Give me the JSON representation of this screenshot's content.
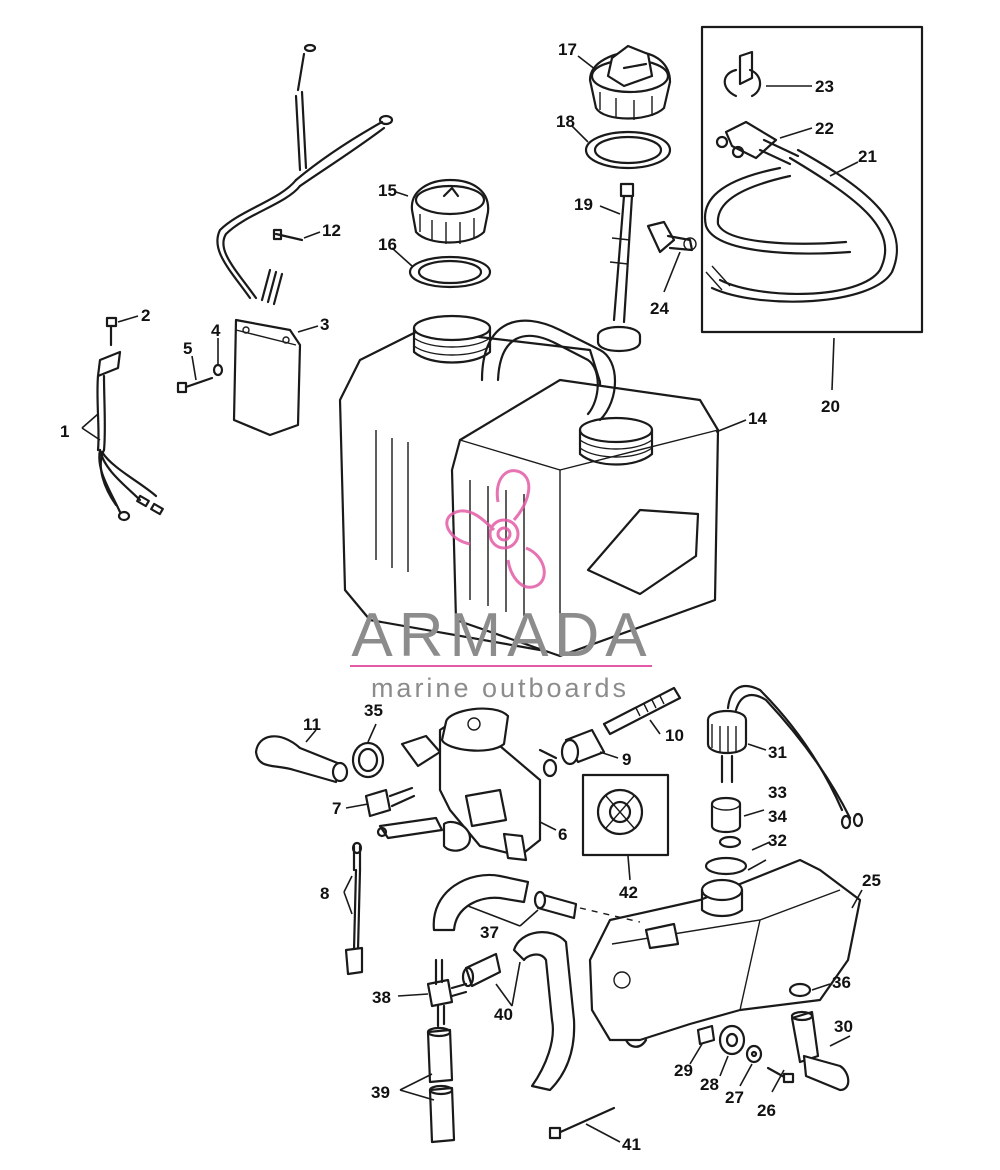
{
  "brand": {
    "name": "ARMADA",
    "tagline": "marine outboards",
    "accent_color": "#e35ba6",
    "text_color": "#8c8c8c"
  },
  "callouts": [
    "1",
    "2",
    "3",
    "4",
    "5",
    "6",
    "7",
    "8",
    "9",
    "10",
    "11",
    "12",
    "14",
    "15",
    "16",
    "17",
    "18",
    "19",
    "20",
    "21",
    "22",
    "23",
    "24",
    "25",
    "26",
    "27",
    "28",
    "29",
    "30",
    "31",
    "32",
    "33",
    "34",
    "35",
    "36",
    "37",
    "38",
    "39",
    "40",
    "41",
    "42"
  ]
}
